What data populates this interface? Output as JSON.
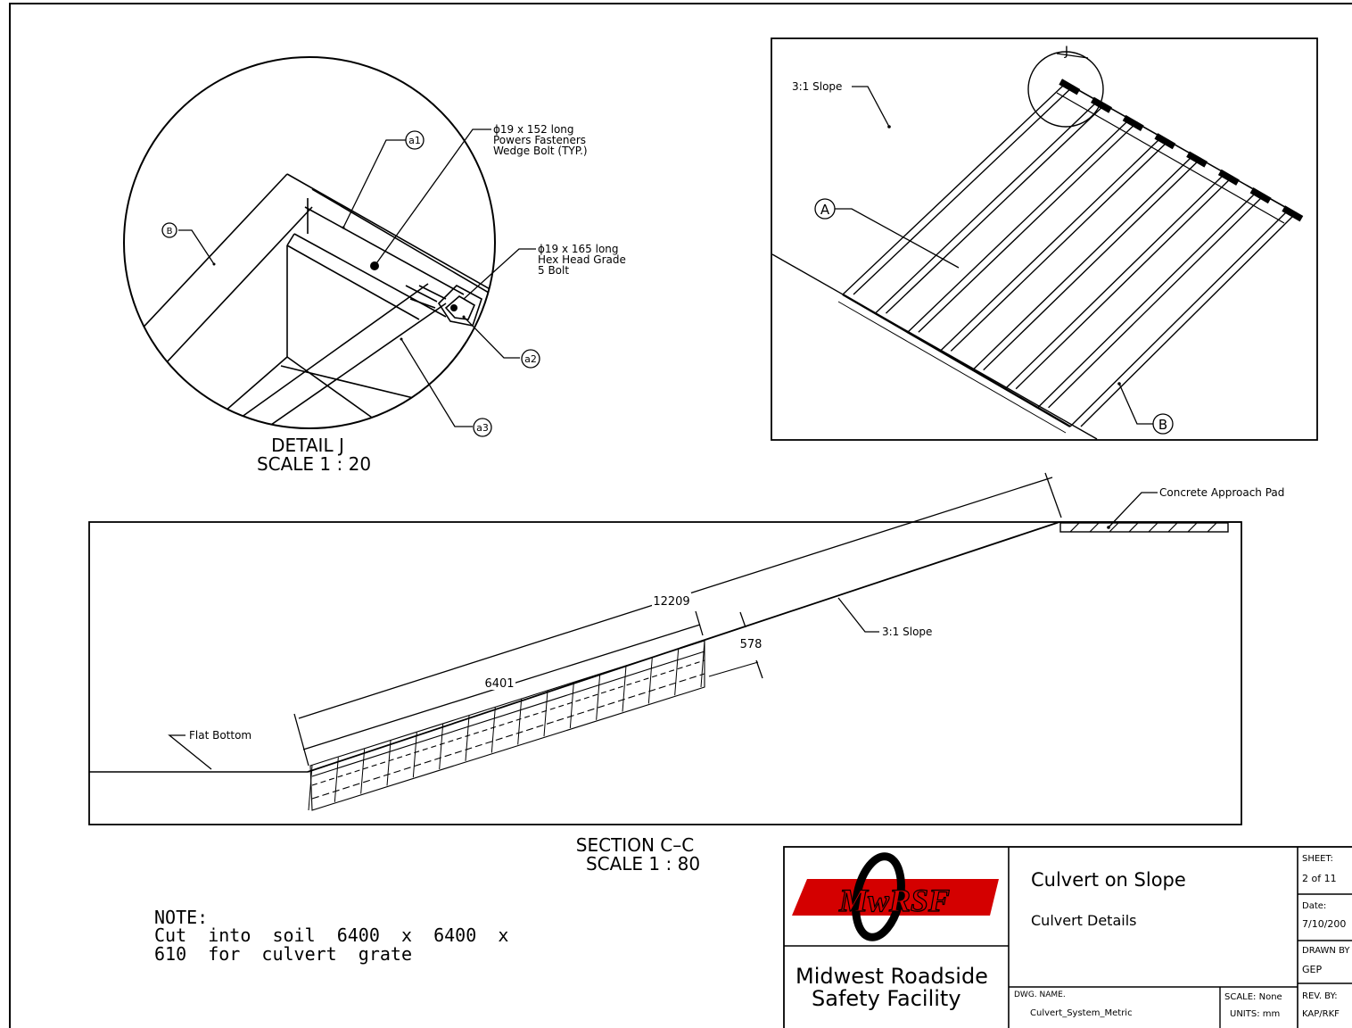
{
  "detail_j": {
    "title": "DETAIL  J",
    "scale": "SCALE  1  :  20",
    "callouts": {
      "a1": "a1",
      "a2": "a2",
      "a3": "a3",
      "b": "B"
    },
    "bolt1": [
      "ϕ19  x  152  long",
      "Powers  Fasteners",
      "Wedge  Bolt  (TYP.)"
    ],
    "bolt2": [
      "ϕ19  x  165  long",
      "Hex  Head  Grade",
      "5  Bolt"
    ]
  },
  "iso_view": {
    "slope_label": "3:1  Slope",
    "callout_a": "A",
    "callout_b": "B",
    "detail_marker": "J"
  },
  "section_cc": {
    "title": "SECTION  C–C",
    "scale": "SCALE  1  :  80",
    "dim_12209": "12209",
    "dim_6401": "6401",
    "dim_578": "578",
    "slope_label": "3:1  Slope",
    "flat_bottom": "Flat  Bottom",
    "approach_pad": "Concrete  Approach  Pad"
  },
  "note": {
    "heading": "NOTE:",
    "line1": "Cut  into  soil  6400  x  6400  x",
    "line2": "610  for  culvert  grate"
  },
  "title_block": {
    "logo_text": "MwRSF",
    "org_line1": "Midwest  Roadside",
    "org_line2": "Safety  Facility",
    "title": "Culvert  on  Slope",
    "subtitle": "Culvert  Details",
    "sheet_label": "SHEET:",
    "sheet_value": "2  of  11",
    "date_label": "Date:",
    "date_value": "7/10/200",
    "drawn_label": "DRAWN  BY",
    "drawn_value": "GEP",
    "rev_label": "REV.  BY:",
    "rev_value": "KAP/RKF",
    "dwg_label": "DWG.  NAME.",
    "dwg_value": "Culvert_System_Metric",
    "scale_label": "SCALE:  None",
    "units_label": "UNITS:  mm"
  }
}
